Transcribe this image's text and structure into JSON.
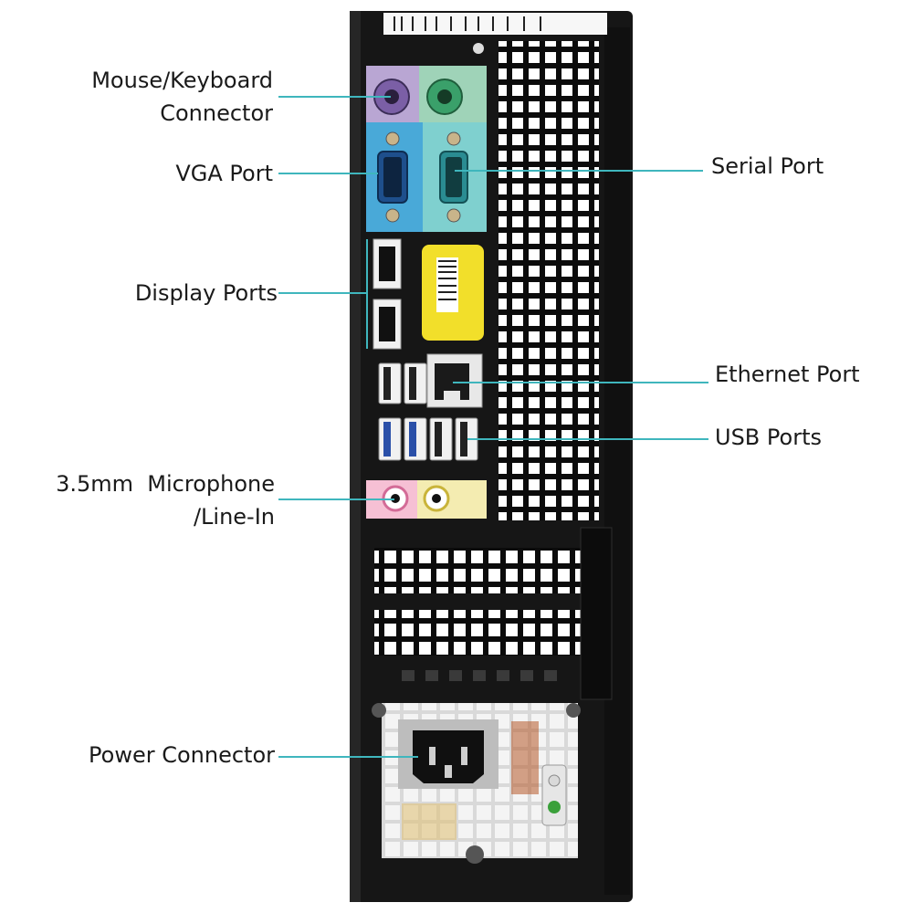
{
  "callout_color": "#3fb6bd",
  "colors": {
    "chassis": "#161616",
    "ps2_mouse": "#b9a6d3",
    "ps2_keyboard": "#9fd3b8",
    "vga_panel": "#49a9d8",
    "serial_panel": "#7fd0cf",
    "label_sticker": "#f2df2a",
    "audio_mic": "#f6c0d4",
    "audio_line": "#f4ecb1"
  },
  "labels": {
    "mouse_keyboard": [
      "Mouse/Keyboard",
      "Connector"
    ],
    "vga": "VGA Port",
    "display": "Display Ports",
    "mic": [
      "3.5mm  Microphone",
      "/Line-In"
    ],
    "power": "Power Connector",
    "serial": "Serial Port",
    "ethernet": "Ethernet Port",
    "usb": "USB Ports"
  },
  "icons": [
    "ps2-mouse-port",
    "ps2-keyboard-port",
    "vga-port",
    "serial-port",
    "display-port",
    "ethernet-port",
    "usb-port",
    "audio-jack",
    "power-socket",
    "vent-grille",
    "expansion-slot-cover"
  ]
}
